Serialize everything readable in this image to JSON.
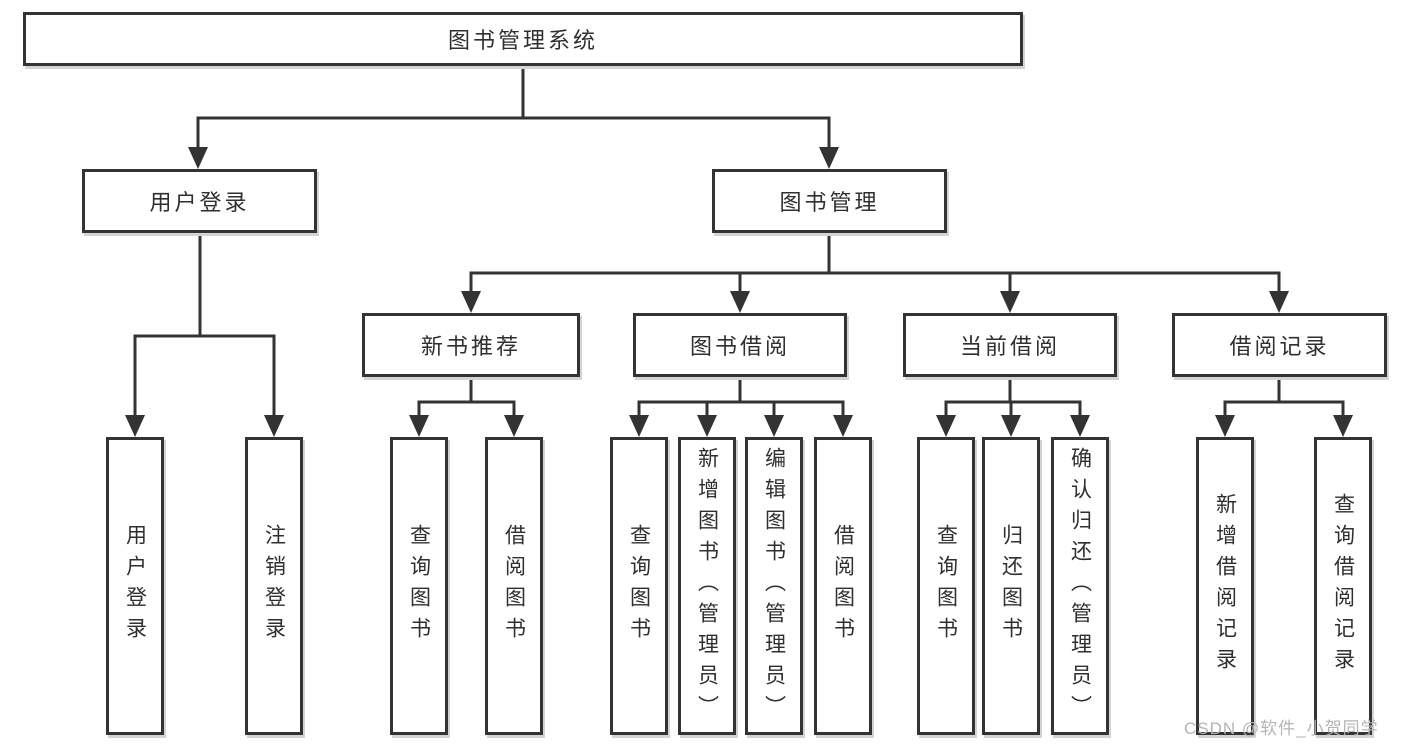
{
  "diagram_title": "图书管理系统",
  "nodes": {
    "root": {
      "label": "图书管理系统"
    },
    "level2": [
      {
        "id": "user-login",
        "label": "用户登录"
      },
      {
        "id": "book-management",
        "label": "图书管理"
      }
    ],
    "level3": [
      {
        "id": "new-book-recommend",
        "label": "新书推荐"
      },
      {
        "id": "book-borrow",
        "label": "图书借阅"
      },
      {
        "id": "current-borrow",
        "label": "当前借阅"
      },
      {
        "id": "borrow-record",
        "label": "借阅记录"
      }
    ],
    "leaves": {
      "user_login": [
        "用户登录",
        "注销登录"
      ],
      "new_book_recommend": [
        "查询图书",
        "借阅图书"
      ],
      "book_borrow": [
        "查询图书",
        "新增图书（管理员）",
        "编辑图书（管理员）",
        "借阅图书"
      ],
      "current_borrow": [
        "查询图书",
        "归还图书",
        "确认归还（管理员）"
      ],
      "borrow_record": [
        "新增借阅记录",
        "查询借阅记录"
      ]
    }
  },
  "watermark": "CSDN @软件_小贺同学",
  "colors": {
    "line": "#333333",
    "text": "#2f2f2f",
    "watermark": "#b4b4b4",
    "background": "#ffffff"
  }
}
